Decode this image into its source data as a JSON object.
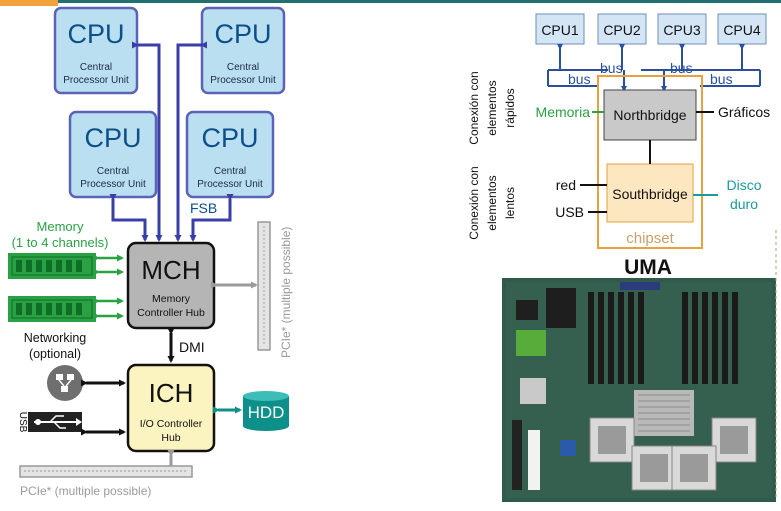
{
  "left_diagram": {
    "cpus": [
      {
        "title": "CPU",
        "subtitle_line1": "Central",
        "subtitle_line2": "Processor Unit"
      },
      {
        "title": "CPU",
        "subtitle_line1": "Central",
        "subtitle_line2": "Processor Unit"
      },
      {
        "title": "CPU",
        "subtitle_line1": "Central",
        "subtitle_line2": "Processor Unit"
      },
      {
        "title": "CPU",
        "subtitle_line1": "Central",
        "subtitle_line2": "Processor Unit"
      }
    ],
    "fsb_label": "FSB",
    "memory_label_line1": "Memory",
    "memory_label_line2": "(1 to 4 channels)",
    "mch": {
      "title": "MCH",
      "subtitle_line1": "Memory",
      "subtitle_line2": "Controller Hub"
    },
    "pcie_vertical_label": "PCIe* (multiple possible)",
    "dmi_label": "DMI",
    "networking_line1": "Networking",
    "networking_line2": "(optional)",
    "ich": {
      "title": "ICH",
      "subtitle_line1": "I/O Controller",
      "subtitle_line2": "Hub"
    },
    "hdd_label": "HDD",
    "usb_label": "USB",
    "pcie_bottom_label": "PCIe* (multiple possible)"
  },
  "uma_diagram": {
    "cpus": [
      "CPU1",
      "CPU2",
      "CPU3",
      "CPU4"
    ],
    "bus_labels": [
      "bus",
      "bus",
      "bus",
      "bus"
    ],
    "fast_label_line1": "Conexión con",
    "fast_label_line2": "elementos",
    "fast_label_line3": "rápidos",
    "slow_label_line1": "Conexión con",
    "slow_label_line2": "elementos",
    "slow_label_line3": "lentos",
    "memoria": "Memoria",
    "northbridge": "Northbridge",
    "graficos": "Gráficos",
    "red": "red",
    "southbridge": "Southbridge",
    "disco_line1": "Disco",
    "disco_line2": "duro",
    "usb": "USB",
    "chipset": "chipset",
    "title": "UMA"
  },
  "colors": {
    "cpu_fill": "#b9dff0",
    "cpu_border": "#5b62b8",
    "arrow_blue": "#3a3fa8",
    "memory_green": "#2aa144",
    "mch_fill": "#b5b5b5",
    "ich_fill": "#fbf3c0",
    "hdd_teal": "#0d8f8a",
    "uma_cpu_fill": "#d4e6f6",
    "uma_bus_blue": "#2a4f9e",
    "chipset_orange": "#e6a23c",
    "northbridge_fill": "#c9c9c9",
    "southbridge_fill": "#fde7c0",
    "disco_teal": "#1a9aa0"
  }
}
